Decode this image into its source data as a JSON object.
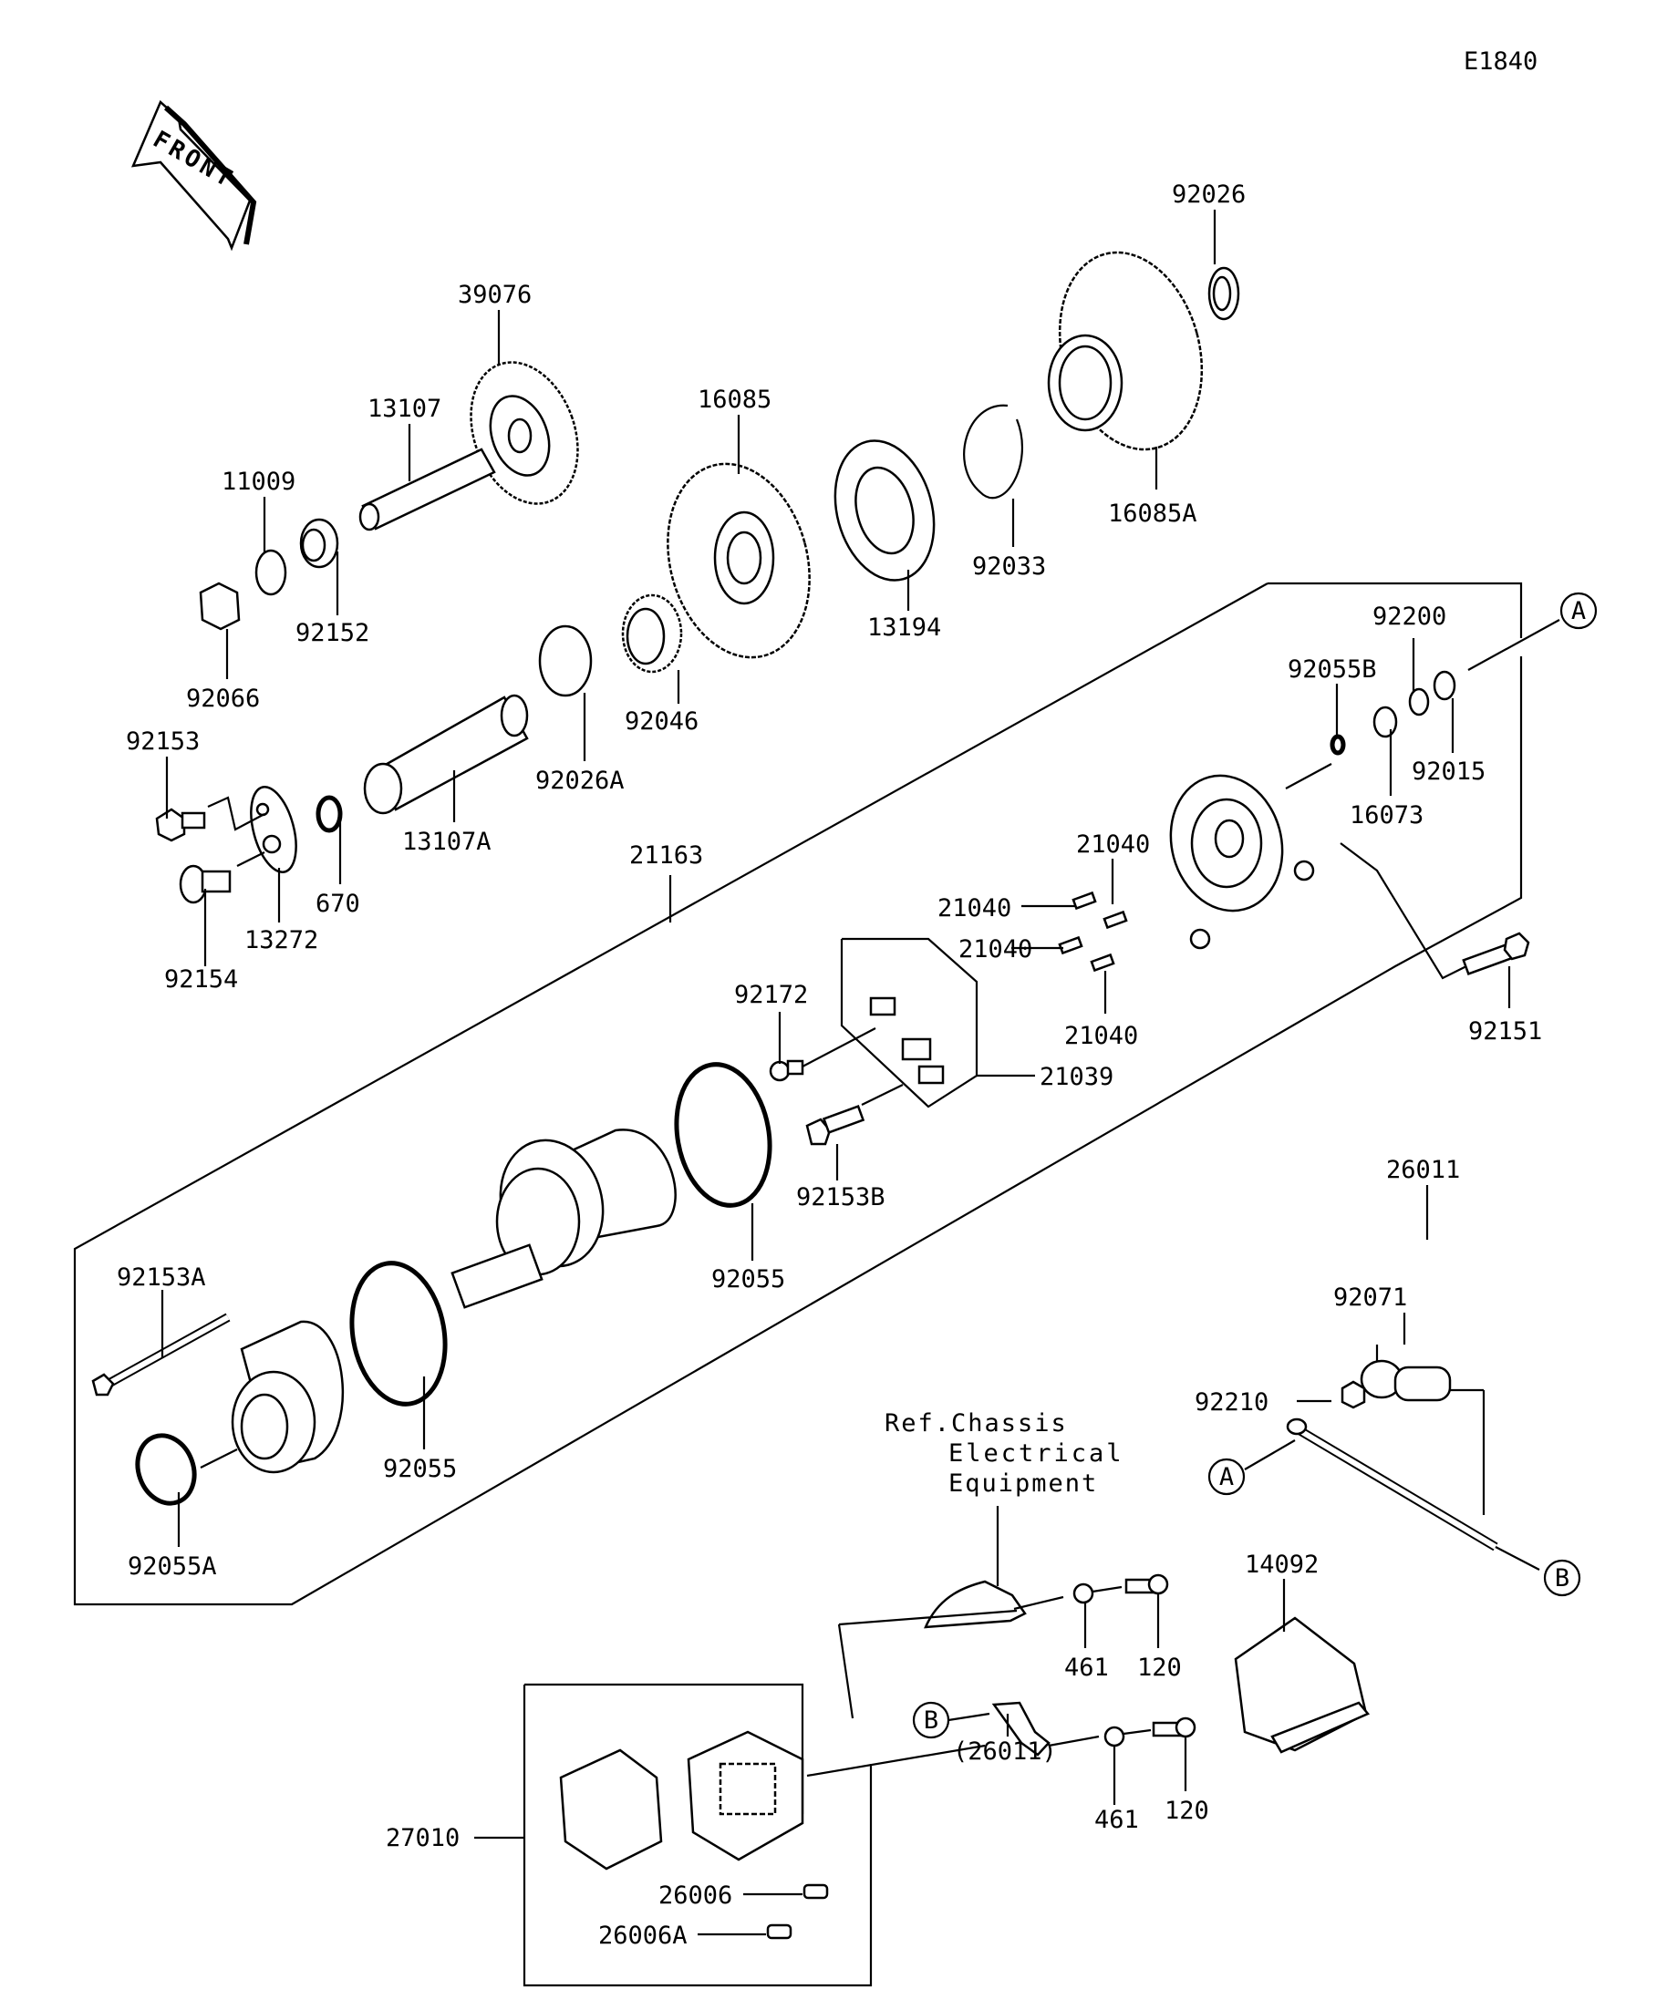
{
  "diagram": {
    "code": "E1840",
    "front_label": "FRONT",
    "ref_note": [
      "Ref.Chassis",
      "Electrical",
      "Equipment"
    ],
    "markers": {
      "a": "A",
      "b": "B"
    },
    "parts": [
      {
        "id": "p92026",
        "label": "92026"
      },
      {
        "id": "p39076",
        "label": "39076"
      },
      {
        "id": "p13107",
        "label": "13107"
      },
      {
        "id": "p16085",
        "label": "16085"
      },
      {
        "id": "p11009",
        "label": "11009"
      },
      {
        "id": "p16085A",
        "label": "16085A"
      },
      {
        "id": "p92033",
        "label": "92033"
      },
      {
        "id": "p13194",
        "label": "13194"
      },
      {
        "id": "p92152",
        "label": "92152"
      },
      {
        "id": "p92066",
        "label": "92066"
      },
      {
        "id": "p92200",
        "label": "92200"
      },
      {
        "id": "p92055B",
        "label": "92055B"
      },
      {
        "id": "p92046",
        "label": "92046"
      },
      {
        "id": "p92153",
        "label": "92153"
      },
      {
        "id": "p92026A",
        "label": "92026A"
      },
      {
        "id": "p92015",
        "label": "92015"
      },
      {
        "id": "p16073",
        "label": "16073"
      },
      {
        "id": "p21163",
        "label": "21163"
      },
      {
        "id": "p13107A",
        "label": "13107A"
      },
      {
        "id": "p670",
        "label": "670"
      },
      {
        "id": "p21040a",
        "label": "21040"
      },
      {
        "id": "p21040b",
        "label": "21040"
      },
      {
        "id": "p21040c",
        "label": "21040"
      },
      {
        "id": "p21040d",
        "label": "21040"
      },
      {
        "id": "p13272",
        "label": "13272"
      },
      {
        "id": "p92154",
        "label": "92154"
      },
      {
        "id": "p92172",
        "label": "92172"
      },
      {
        "id": "p92151",
        "label": "92151"
      },
      {
        "id": "p21039",
        "label": "21039"
      },
      {
        "id": "p92153B",
        "label": "92153B"
      },
      {
        "id": "p26011",
        "label": "26011"
      },
      {
        "id": "p92055a",
        "label": "92055"
      },
      {
        "id": "p92153A",
        "label": "92153A"
      },
      {
        "id": "p92071",
        "label": "92071"
      },
      {
        "id": "p92210",
        "label": "92210"
      },
      {
        "id": "p92055b",
        "label": "92055"
      },
      {
        "id": "p92055A",
        "label": "92055A"
      },
      {
        "id": "p14092",
        "label": "14092"
      },
      {
        "id": "p461a",
        "label": "461"
      },
      {
        "id": "p120a",
        "label": "120"
      },
      {
        "id": "p26011b",
        "label": "(26011)"
      },
      {
        "id": "p461b",
        "label": "461"
      },
      {
        "id": "p120b",
        "label": "120"
      },
      {
        "id": "p27010",
        "label": "27010"
      },
      {
        "id": "p26006",
        "label": "26006"
      },
      {
        "id": "p26006A",
        "label": "26006A"
      }
    ]
  }
}
